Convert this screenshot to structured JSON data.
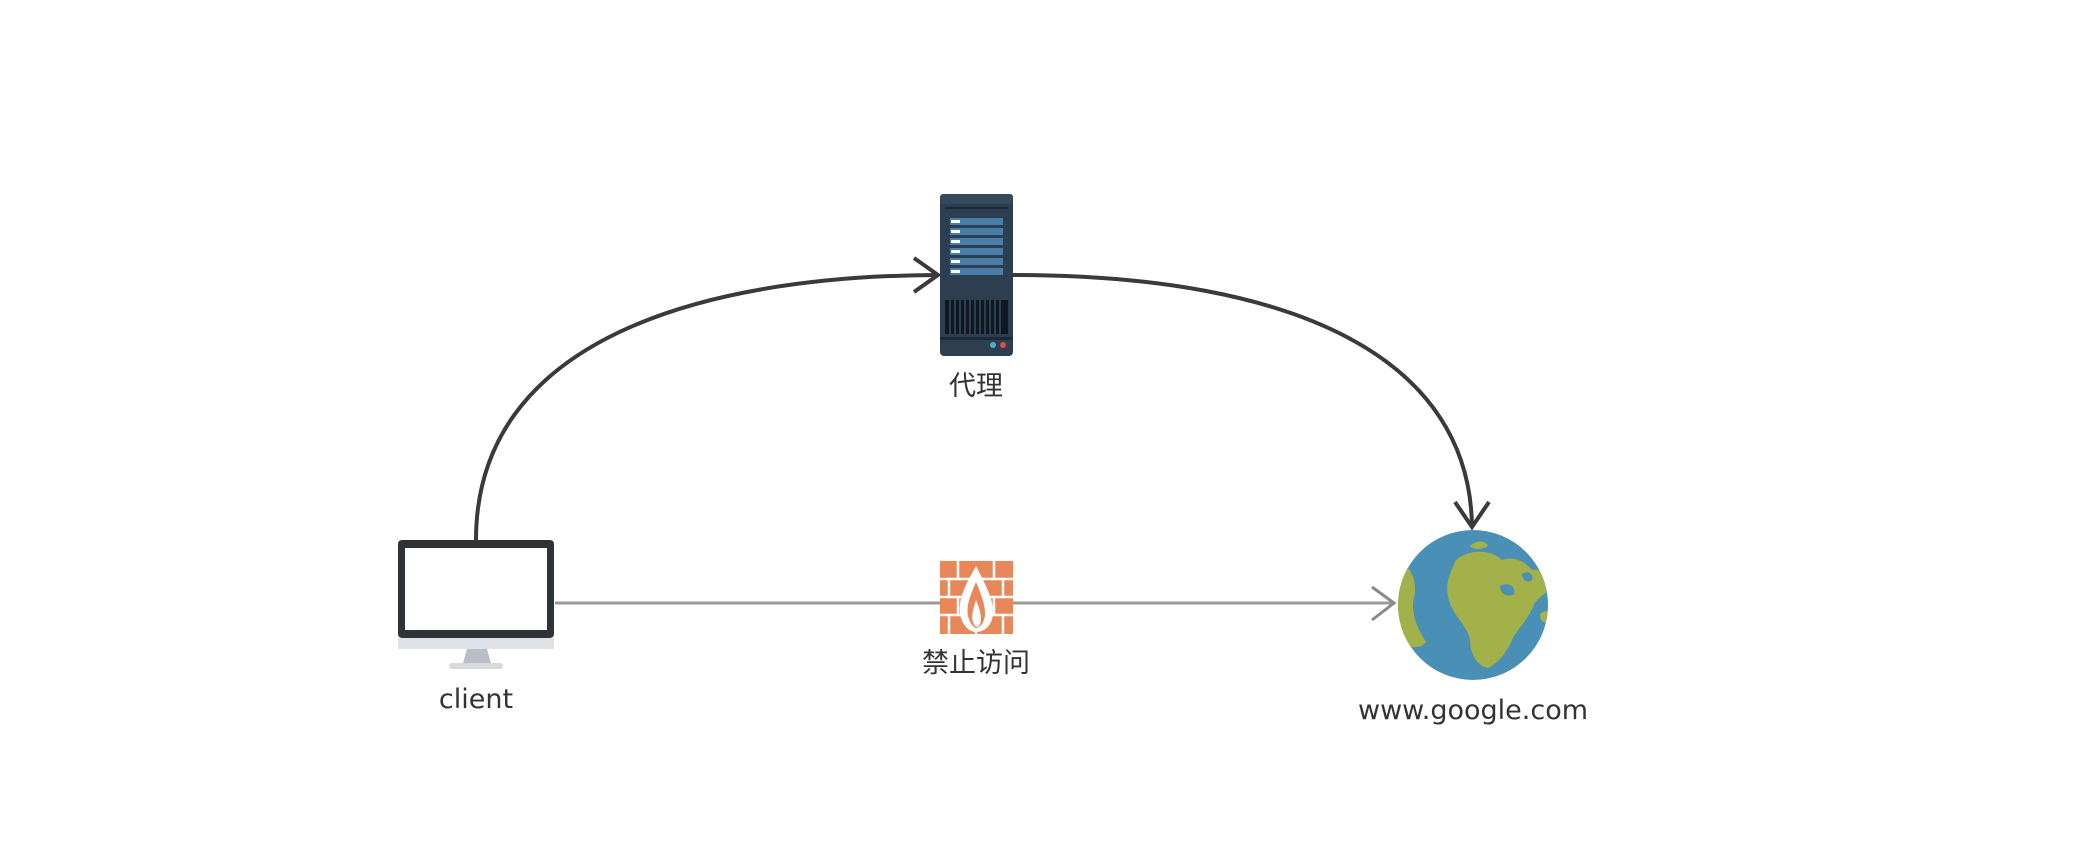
{
  "diagram": {
    "nodes": {
      "client": {
        "label": "client",
        "icon": "monitor-icon"
      },
      "proxy": {
        "label": "代理",
        "icon": "server-icon"
      },
      "firewall": {
        "label": "禁止访问",
        "icon": "firewall-icon"
      },
      "target": {
        "label": "www.google.com",
        "icon": "globe-icon"
      }
    },
    "edges": [
      {
        "from": "client",
        "to": "proxy",
        "style": "curved-dark"
      },
      {
        "from": "proxy",
        "to": "target",
        "style": "curved-dark"
      },
      {
        "from": "client",
        "to": "target",
        "style": "straight-gray",
        "through": "firewall"
      }
    ],
    "colors": {
      "arrow_dark": "#3a3a3a",
      "arrow_gray": "#9a9a9a",
      "server_body": "#2c3e50",
      "server_slot": "#4a7ea8",
      "firewall_brick": "#e8875a",
      "globe_ocean": "#4a8fb5",
      "globe_land": "#a3b14a"
    }
  }
}
